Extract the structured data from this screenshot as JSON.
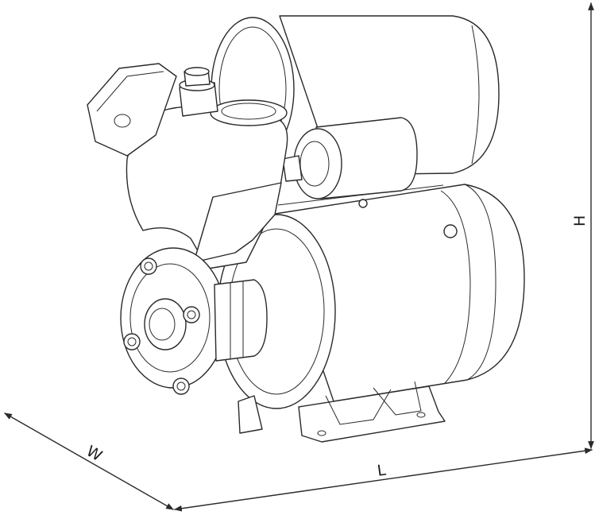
{
  "dimensions": {
    "width_label": "W",
    "length_label": "L",
    "height_label": "H"
  }
}
